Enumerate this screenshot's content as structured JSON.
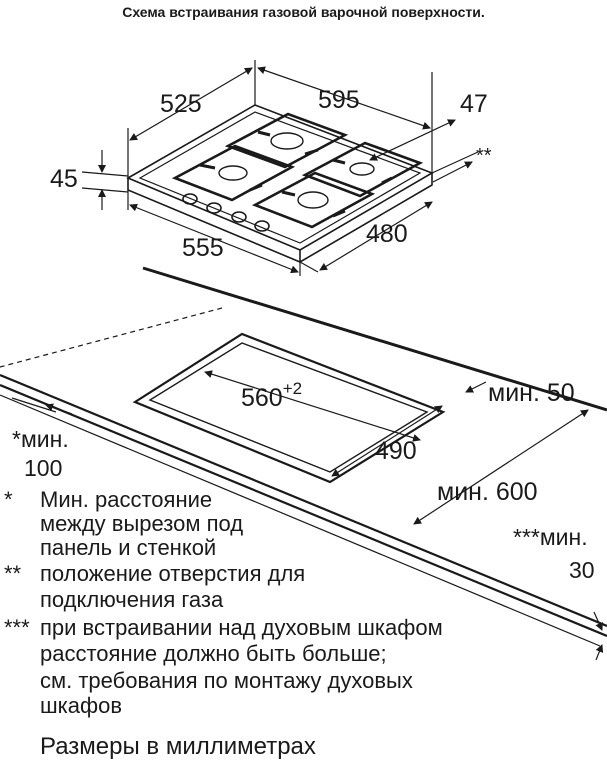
{
  "title": "Схема встраивания газовой варочной поверхности.",
  "hob_dimensions": {
    "depth": "525",
    "width": "595",
    "height": "45",
    "gas_offset": "47",
    "gas_mark": "**",
    "base_width": "555",
    "base_depth": "480"
  },
  "cutout_dimensions": {
    "width_label": "560",
    "width_tolerance": "+2",
    "depth": "490",
    "min_rear": "мин. 50",
    "min_front": "мин. 600",
    "min_side_line1": "*мин.",
    "min_side_line2": "100",
    "min_below_line1": "***мин.",
    "min_below_line2": "30"
  },
  "notes": [
    {
      "mark": "*",
      "lines": [
        "Мин. расстояние",
        "между вырезом под",
        "панель и стенкой"
      ]
    },
    {
      "mark": "**",
      "lines": [
        "положение отверстия для",
        "подключения газа"
      ]
    },
    {
      "mark": "***",
      "lines": [
        "при встраивании над духовым шкафом",
        "расстояние должно быть больше;",
        "см. требования по монтажу духовых",
        "шкафов"
      ]
    }
  ],
  "units_note": "Размеры в миллиметрах"
}
